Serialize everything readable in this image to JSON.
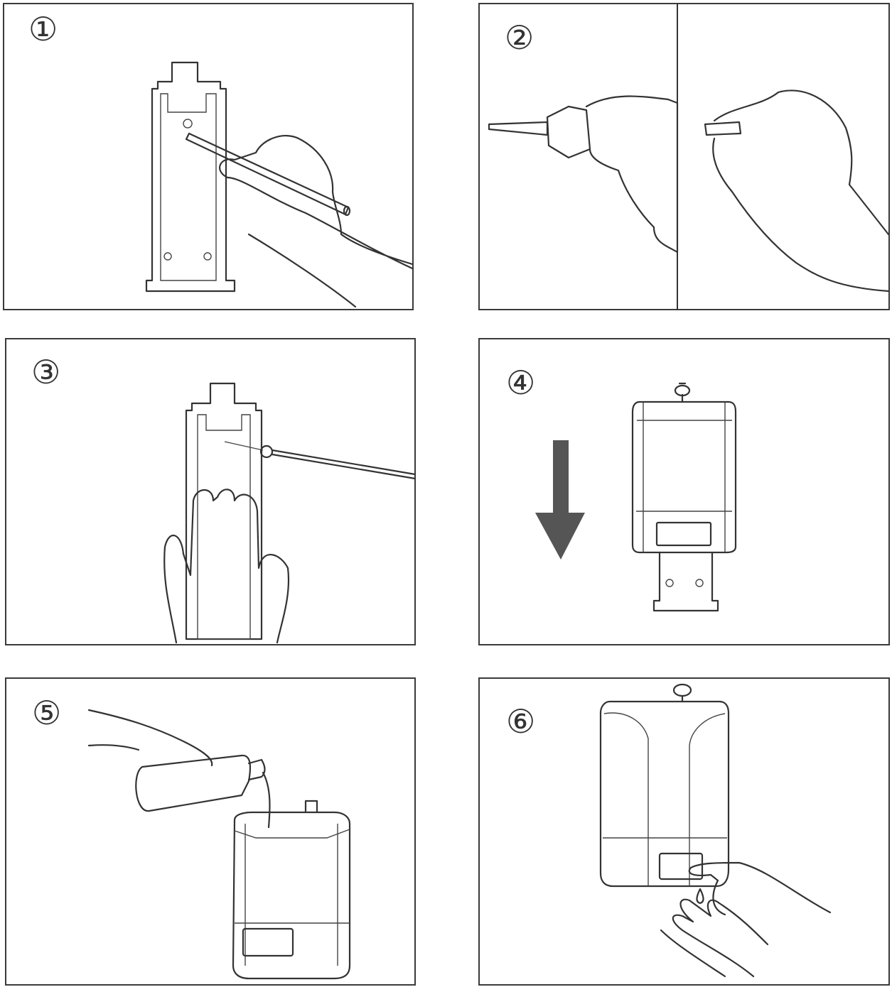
{
  "steps": [
    {
      "number": "①"
    },
    {
      "number": "②"
    },
    {
      "number": "③"
    },
    {
      "number": "④"
    },
    {
      "number": "⑤"
    },
    {
      "number": "⑥"
    }
  ],
  "colors": {
    "line": "#333333",
    "arrow": "#555555",
    "background": "#ffffff"
  }
}
